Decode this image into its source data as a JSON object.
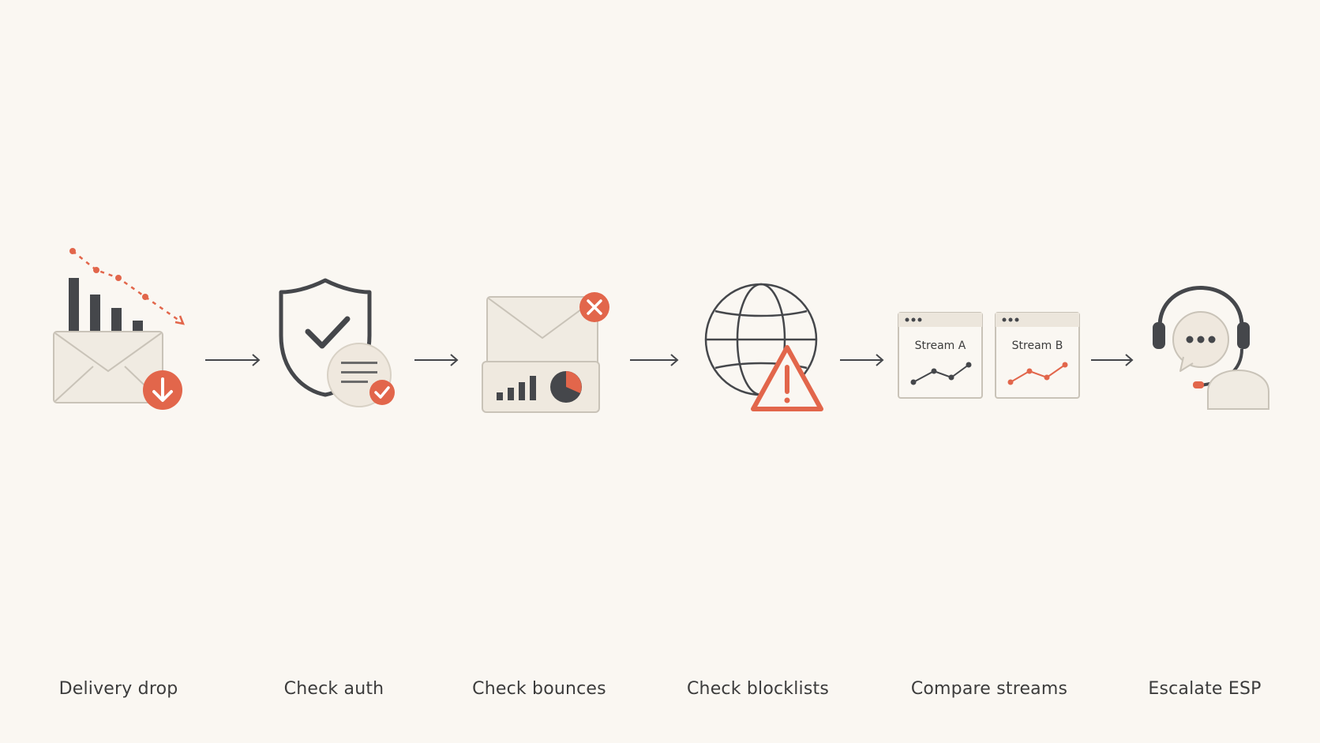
{
  "colors": {
    "background": "#faf7f2",
    "ink": "#45474b",
    "accent": "#e2664b",
    "paper": "#f0ebe2",
    "paper_stroke": "#c9c3b8"
  },
  "steps": [
    {
      "label": "Delivery drop",
      "icon": "declining-mail-chart-icon"
    },
    {
      "label": "Check auth",
      "icon": "shield-check-icon"
    },
    {
      "label": "Check bounces",
      "icon": "bounced-mail-stats-icon"
    },
    {
      "label": "Check blocklists",
      "icon": "globe-warning-icon"
    },
    {
      "label": "Compare streams",
      "icon": "stream-comparison-icon",
      "panels": [
        "Stream A",
        "Stream B"
      ]
    },
    {
      "label": "Escalate ESP",
      "icon": "support-headset-icon"
    }
  ],
  "connectors": [
    "arrow-right-icon",
    "arrow-right-icon",
    "arrow-right-icon",
    "arrow-right-icon",
    "arrow-right-icon"
  ]
}
